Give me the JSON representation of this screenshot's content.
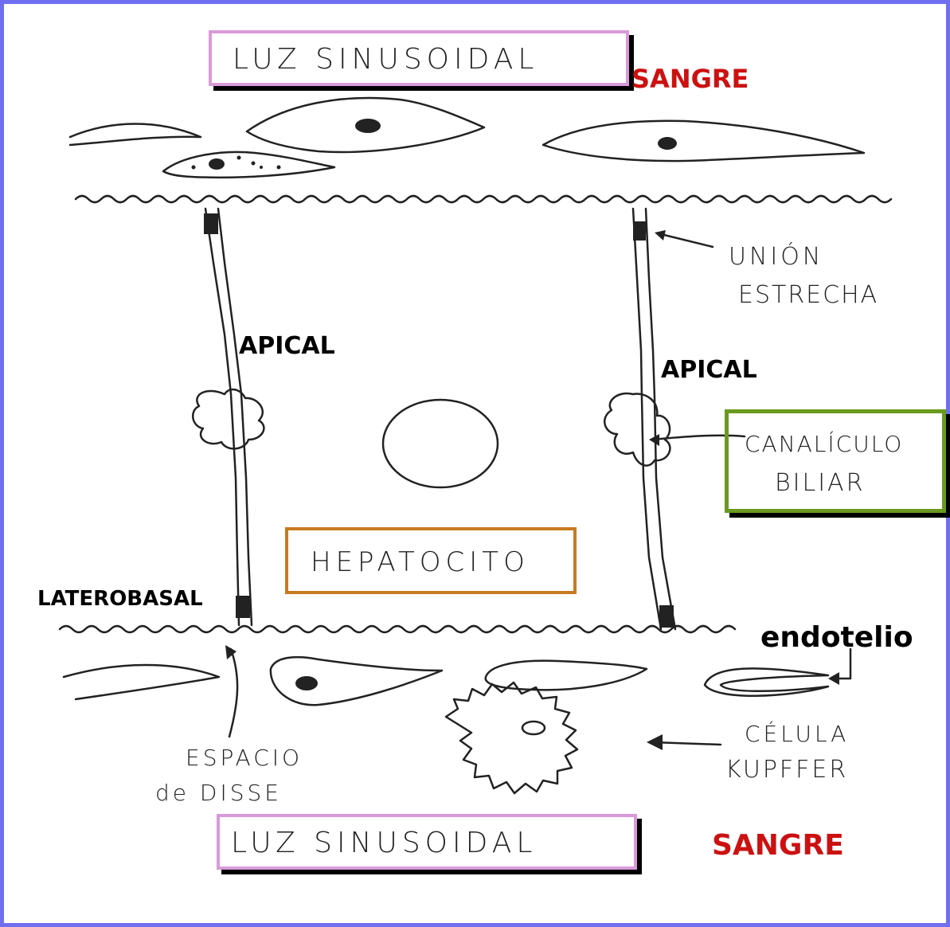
{
  "title_top": "LUZ SINUSOIDAL",
  "title_bottom": "LUZ SINUSOIDAL",
  "sangre_top": "SANGRE",
  "sangre_bottom": "SANGRE",
  "hepatocito": "HEPATOCITO",
  "canaliculo_line1": "CANALÍCULO",
  "canaliculo_line2": "BILIAR",
  "union_line1": "UNIÓN",
  "union_line2": "ESTRECHA",
  "apical_left": "APICAL",
  "apical_right": "APICAL",
  "laterobasal": "LATEROBASAL",
  "endotelio": "endotelio",
  "espacio_line1": "ESPACIO",
  "espacio_line2": "de DISSE",
  "kupffer_line1": "CÉLULA",
  "kupffer_line2": "KUPFFER",
  "colors": {
    "frame": "#6f6ff0",
    "sangre": "#cc1111",
    "luz_box_border": "#d99ad9",
    "canaliculo_box_border": "#6a9a1e",
    "hepatocito_box_border": "#c87a20"
  }
}
